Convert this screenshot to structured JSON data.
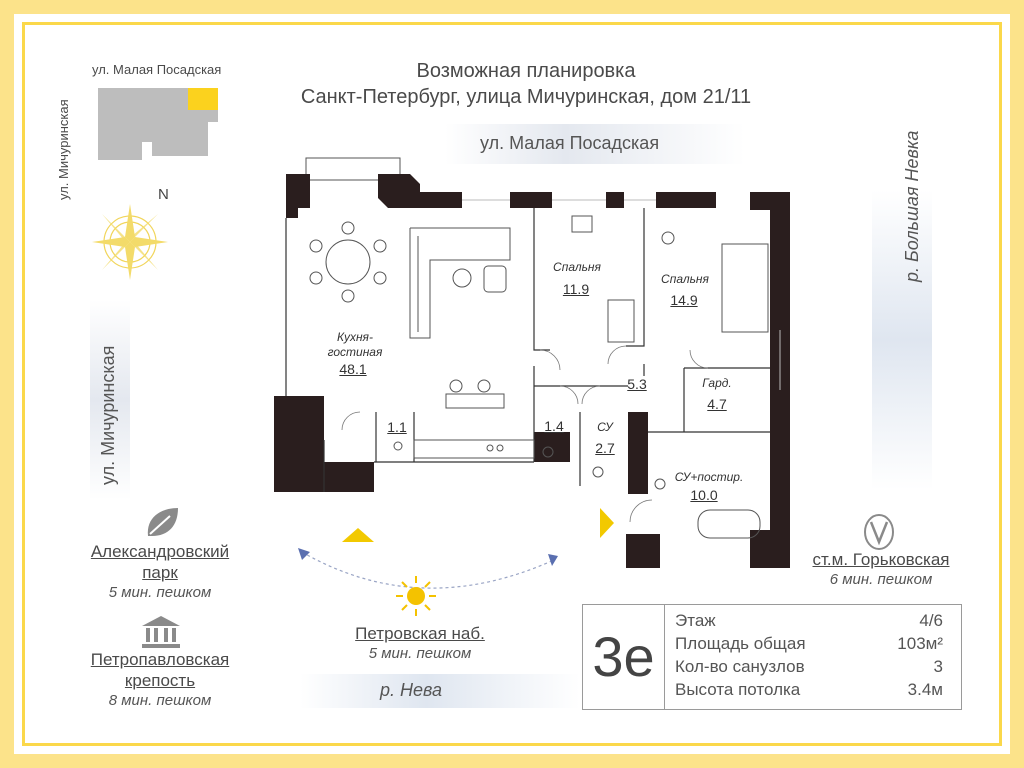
{
  "header": {
    "title_line1": "Возможная планировка",
    "title_line2": "Санкт-Петербург, улица Мичуринская, дом 21/11"
  },
  "streets": {
    "top_small": "ул. Малая Посадская",
    "left_small": "ул. Мичуринская",
    "top_main": "ул. Малая Посадская",
    "left_main": "ул. Мичуринская",
    "right_river": "р. Большая Невка",
    "bottom_river": "р. Нева"
  },
  "compass": {
    "north": "N"
  },
  "rooms": [
    {
      "name": "Кухня-\nгостиная",
      "area": "48.1"
    },
    {
      "name": "Спальня",
      "area": "11.9"
    },
    {
      "name": "Спальня",
      "area": "14.9"
    },
    {
      "name": "",
      "area": "5.3"
    },
    {
      "name": "Гард.",
      "area": "4.7"
    },
    {
      "name": "",
      "area": "1.1"
    },
    {
      "name": "",
      "area": "1.4"
    },
    {
      "name": "СУ",
      "area": "2.7"
    },
    {
      "name": "СУ+постир.",
      "area": "10.0"
    }
  ],
  "pois": {
    "park": {
      "name_line1": "Александровский",
      "name_line2": "парк",
      "walk": "5 мин. пешком"
    },
    "fortress": {
      "name_line1": "Петропавловская",
      "name_line2": "крепость",
      "walk": "8 мин. пешком"
    },
    "embankment": {
      "name": "Петровская наб.",
      "walk": "5 мин. пешком"
    },
    "metro": {
      "name": "ст.м. Горьковская",
      "walk": "6 мин. пешком"
    }
  },
  "info": {
    "code": "3е",
    "rows": [
      {
        "label": "Этаж",
        "value": "4/6"
      },
      {
        "label": "Площадь общая",
        "value": "103м²"
      },
      {
        "label": "Кол-во санузлов",
        "value": "3"
      },
      {
        "label": "Высота потолка",
        "value": "3.4м"
      }
    ]
  },
  "colors": {
    "accent": "#fbd84a",
    "wall": "#2a1e1e",
    "frame": "#fce38a"
  }
}
